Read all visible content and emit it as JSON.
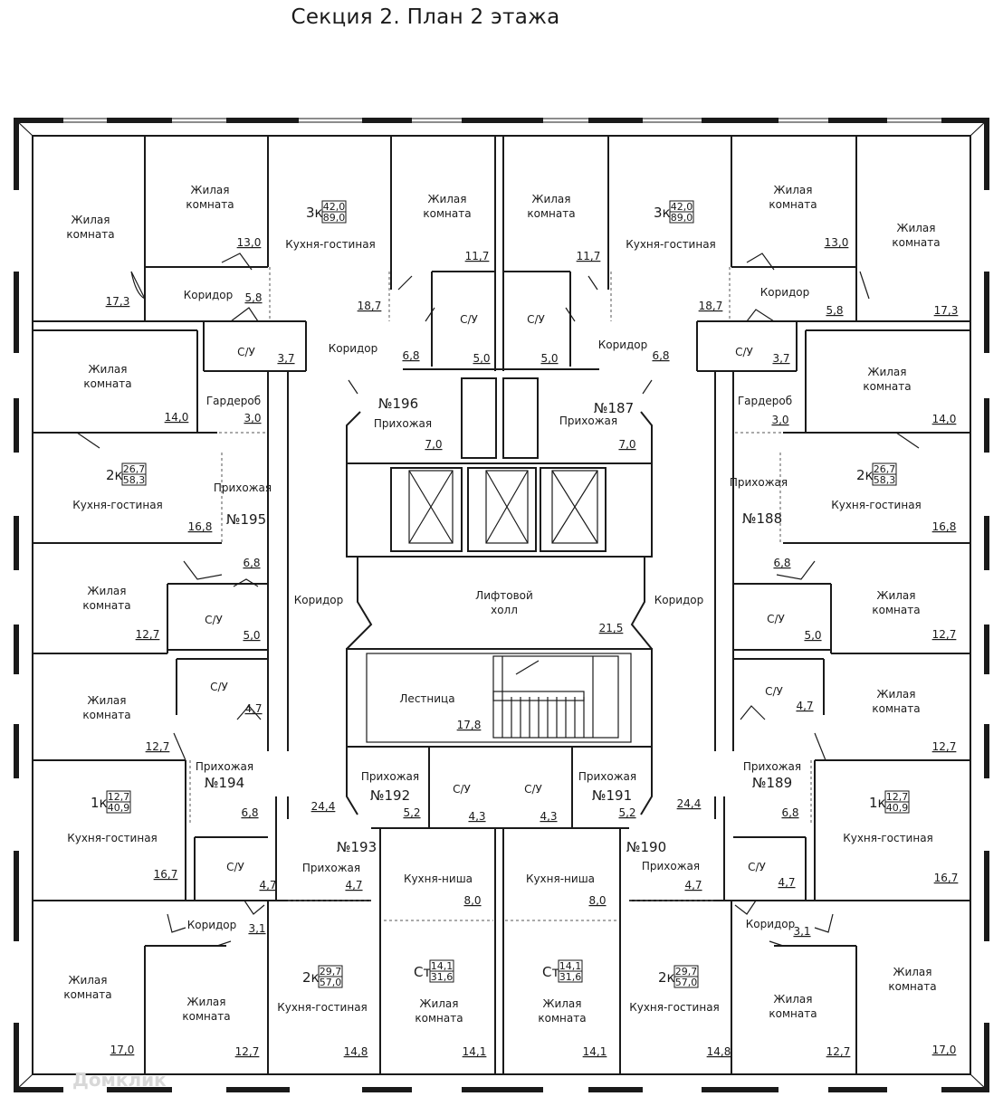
{
  "title": "Секция 2. План 2 этажа",
  "watermark": "Домклик",
  "rooms": {
    "r1": {
      "name": "Жилая комната",
      "area": "17,3"
    },
    "r2": {
      "name": "Жилая комната",
      "area": "13,0"
    },
    "r3": {
      "name": "Кухня-гостиная",
      "area": "18,7"
    },
    "r4": {
      "name": "Жилая комната",
      "area": "11,7"
    },
    "r5": {
      "name": "Жилая комната",
      "area": "11,7"
    },
    "r6": {
      "name": "Кухня-гостиная",
      "area": "18,7"
    },
    "r7": {
      "name": "Жилая комната",
      "area": "13,0"
    },
    "r8": {
      "name": "Жилая комната",
      "area": "17,3"
    },
    "r9": {
      "name": "Коридор",
      "area": "5,8"
    },
    "r10": {
      "name": "С/У",
      "area": "3,7"
    },
    "r11": {
      "name": "Коридор",
      "area": "6,8"
    },
    "r12": {
      "name": "С/У",
      "area": "5,0"
    },
    "r13": {
      "name": "С/У",
      "area": "5,0"
    },
    "r14": {
      "name": "Коридор",
      "area": "6,8"
    },
    "r15": {
      "name": "С/У",
      "area": "3,7"
    },
    "r16": {
      "name": "Коридор",
      "area": "5,8"
    },
    "r17": {
      "name": "Жилая комната",
      "area": "14,0"
    },
    "r18": {
      "name": "Гардероб",
      "area": "3,0"
    },
    "r19": {
      "name": "Прихожая",
      "area": "7,0"
    },
    "r20": {
      "name": "Прихожая",
      "area": "7,0"
    },
    "r21": {
      "name": "Гардероб",
      "area": "3,0"
    },
    "r22": {
      "name": "Жилая комната",
      "area": "14,0"
    },
    "r23": {
      "name": "Кухня-гостиная",
      "area": "16,8"
    },
    "r24": {
      "name": "Прихожая",
      "area": "6,8"
    },
    "r25": {
      "name": "Прихожая",
      "area": "6,8"
    },
    "r26": {
      "name": "Кухня-гостиная",
      "area": "16,8"
    },
    "r27": {
      "name": "Жилая комната",
      "area": "12,7"
    },
    "r28": {
      "name": "С/У",
      "area": "5,0"
    },
    "r29": {
      "name": "Коридор",
      "area": ""
    },
    "r30": {
      "name": "Лифтовой холл",
      "area": "21,5"
    },
    "r31": {
      "name": "Коридор",
      "area": ""
    },
    "r32": {
      "name": "С/У",
      "area": "5,0"
    },
    "r33": {
      "name": "Жилая комната",
      "area": "12,7"
    },
    "r34": {
      "name": "Жилая комната",
      "area": "12,7"
    },
    "r35": {
      "name": "С/У",
      "area": "4,7"
    },
    "r36": {
      "name": "Лестница",
      "area": "17,8"
    },
    "r37": {
      "name": "С/У",
      "area": "4,7"
    },
    "r38": {
      "name": "Жилая комната",
      "area": "12,7"
    },
    "r39": {
      "name": "Прихожая",
      "area": "6,8"
    },
    "r40": {
      "name": "Прихожая",
      "area": "5,2"
    },
    "r41": {
      "name": "С/У",
      "area": "4,3"
    },
    "r42": {
      "name": "С/У",
      "area": "4,3"
    },
    "r43": {
      "name": "Прихожая",
      "area": "5,2"
    },
    "r44": {
      "name": "Прихожая",
      "area": "6,8"
    },
    "r45": {
      "name": "Кухня-гостиная",
      "area": "16,7"
    },
    "r46": {
      "name": "Кухня-гостиная",
      "area": "16,7"
    },
    "r47": {
      "name": "С/У",
      "area": "4,7"
    },
    "r48": {
      "name": "Прихожая",
      "area": "4,7"
    },
    "r49": {
      "name": "Кухня-ниша",
      "area": "8,0"
    },
    "r50": {
      "name": "Кухня-ниша",
      "area": "8,0"
    },
    "r51": {
      "name": "Прихожая",
      "area": "4,7"
    },
    "r52": {
      "name": "С/У",
      "area": "4,7"
    },
    "r53": {
      "name": "Коридор",
      "area": "3,1"
    },
    "r54": {
      "name": "Коридор",
      "area": "3,1"
    },
    "r55": {
      "name": "Жилая комната",
      "area": "17,0"
    },
    "r56": {
      "name": "Жилая комната",
      "area": "12,7"
    },
    "r57": {
      "name": "Кухня-гостиная",
      "area": "14,8"
    },
    "r58": {
      "name": "Жилая комната",
      "area": "14,1"
    },
    "r59": {
      "name": "Жилая комната",
      "area": "14,1"
    },
    "r60": {
      "name": "Кухня-гостиная",
      "area": "14,8"
    },
    "r61": {
      "name": "Жилая комната",
      "area": "12,7"
    },
    "r62": {
      "name": "Жилая комната",
      "area": "17,0"
    }
  },
  "corridor_areas": {
    "left": "24,4",
    "right": "24,4"
  },
  "apartments": {
    "a196": "№196",
    "a187": "№187",
    "a195": "№195",
    "a188": "№188",
    "a194": "№194",
    "a189": "№189",
    "a192": "№192",
    "a191": "№191",
    "a193": "№193",
    "a190": "№190"
  },
  "types": {
    "t196": {
      "type": "3к",
      "living": "42,0",
      "total": "89,0"
    },
    "t187": {
      "type": "3к",
      "living": "42,0",
      "total": "89,0"
    },
    "t195": {
      "type": "2к",
      "living": "26,7",
      "total": "58,3"
    },
    "t188": {
      "type": "2к",
      "living": "26,7",
      "total": "58,3"
    },
    "t194": {
      "type": "1к",
      "living": "12,7",
      "total": "40,9"
    },
    "t189": {
      "type": "1к",
      "living": "12,7",
      "total": "40,9"
    },
    "t193": {
      "type": "2к",
      "living": "29,7",
      "total": "57,0"
    },
    "t192": {
      "type": "Ст",
      "living": "14,1",
      "total": "31,6"
    },
    "t191": {
      "type": "Ст",
      "living": "14,1",
      "total": "31,6"
    },
    "t190": {
      "type": "2к",
      "living": "29,7",
      "total": "57,0"
    }
  }
}
